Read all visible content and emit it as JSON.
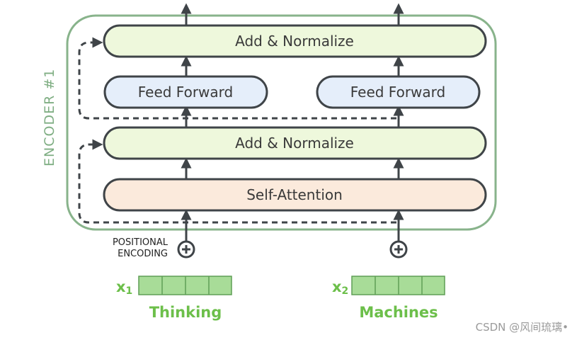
{
  "encoder_label": "ENCODER #1",
  "layers": {
    "add_normalize_top": "Add & Normalize",
    "feed_forward_left": "Feed Forward",
    "feed_forward_right": "Feed Forward",
    "add_normalize_bottom": "Add & Normalize",
    "self_attention": "Self-Attention"
  },
  "positional_encoding": {
    "line1": "POSITIONAL",
    "line2": "ENCODING"
  },
  "inputs": [
    {
      "var": "x",
      "sub": "1",
      "word": "Thinking"
    },
    {
      "var": "x",
      "sub": "2",
      "word": "Machines"
    }
  ],
  "watermark": "CSDN @风间琉璃•",
  "colors": {
    "encoder_border": "#88b38b",
    "add_norm_fill": "#eef8dc",
    "feed_forward_fill": "#e5eefa",
    "self_attention_fill": "#fbeadc",
    "embedding_fill": "#a8dc98",
    "embedding_stroke": "#5f9e55",
    "box_stroke": "#3f4448",
    "label_green": "#6cbf4a"
  }
}
